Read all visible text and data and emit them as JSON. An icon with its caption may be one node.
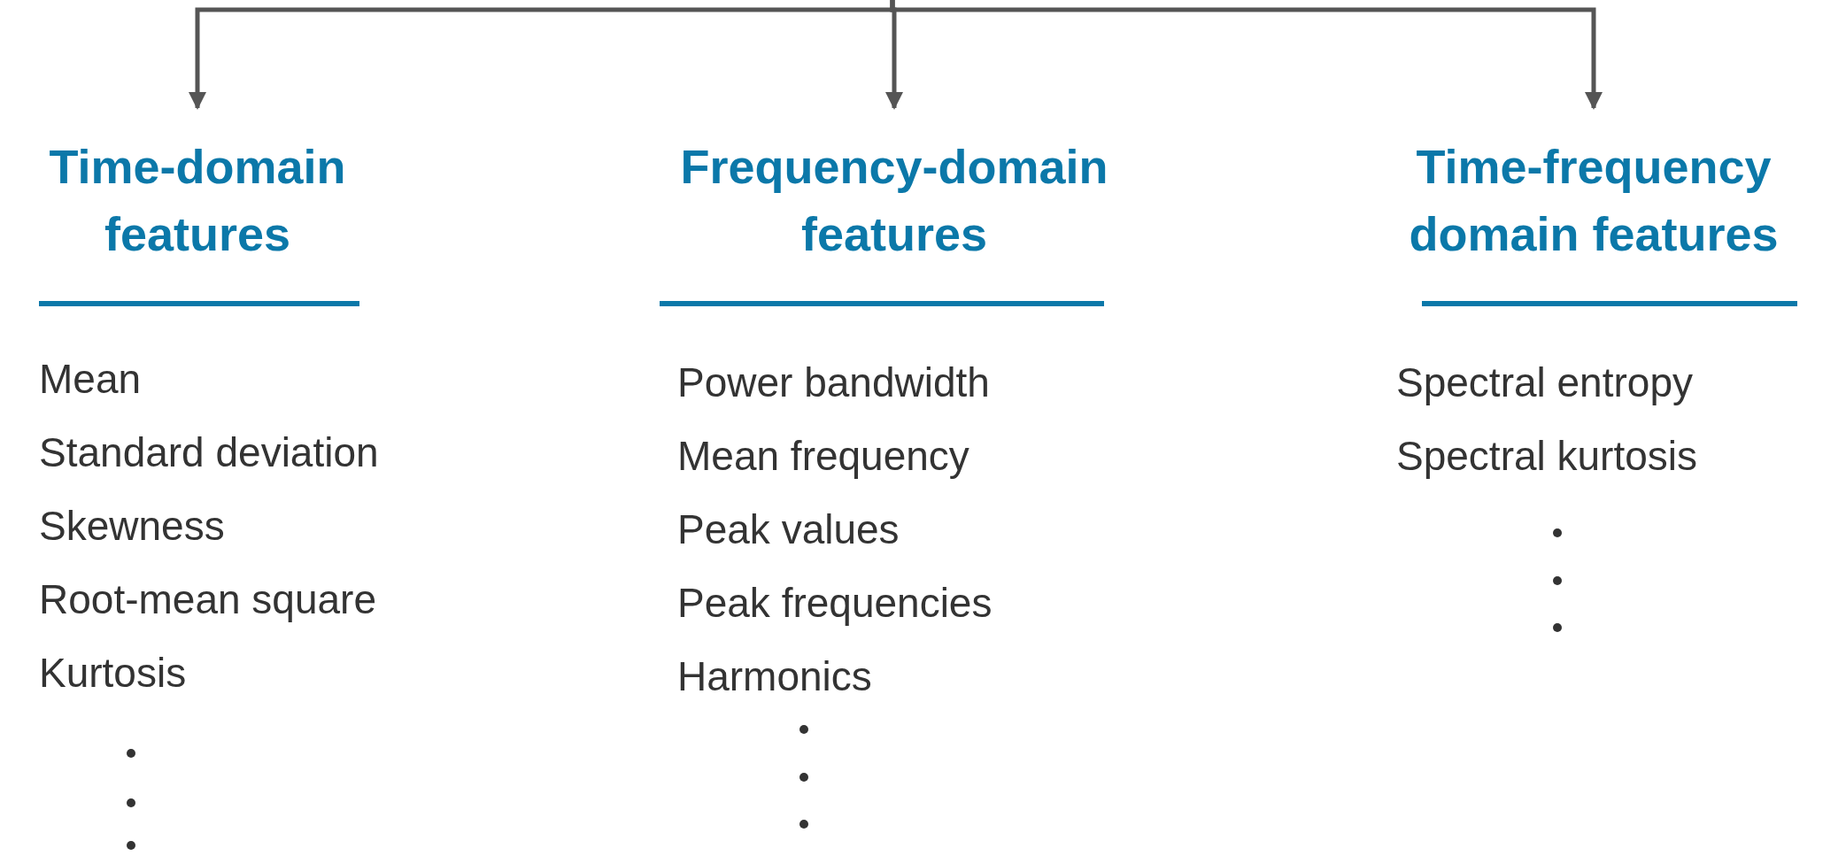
{
  "diagram": {
    "nodes": [
      {
        "text": [
          "Time-domain features"
        ],
        "beside": [
          "Mean",
          "Standard deviation",
          "Skewness",
          "Root-mean square",
          "Kurtosis"
        ]
      },
      {
        "text": [
          "Frequency-domain features"
        ],
        "beside": [
          "Power bandwidth",
          "Mean frequency",
          "Peak values",
          "Peak frequencies",
          "Harmonics"
        ]
      },
      {
        "text": [
          "Time-frequency domain features"
        ],
        "beside": [
          "Spectral entropy",
          "Spectral kurtosis"
        ]
      }
    ],
    "edges": [
      {
        "from": null,
        "to": 0,
        "arrow": "to"
      },
      {
        "from": null,
        "to": 1,
        "arrow": "to"
      },
      {
        "from": null,
        "to": 2,
        "arrow": "to"
      }
    ]
  }
}
